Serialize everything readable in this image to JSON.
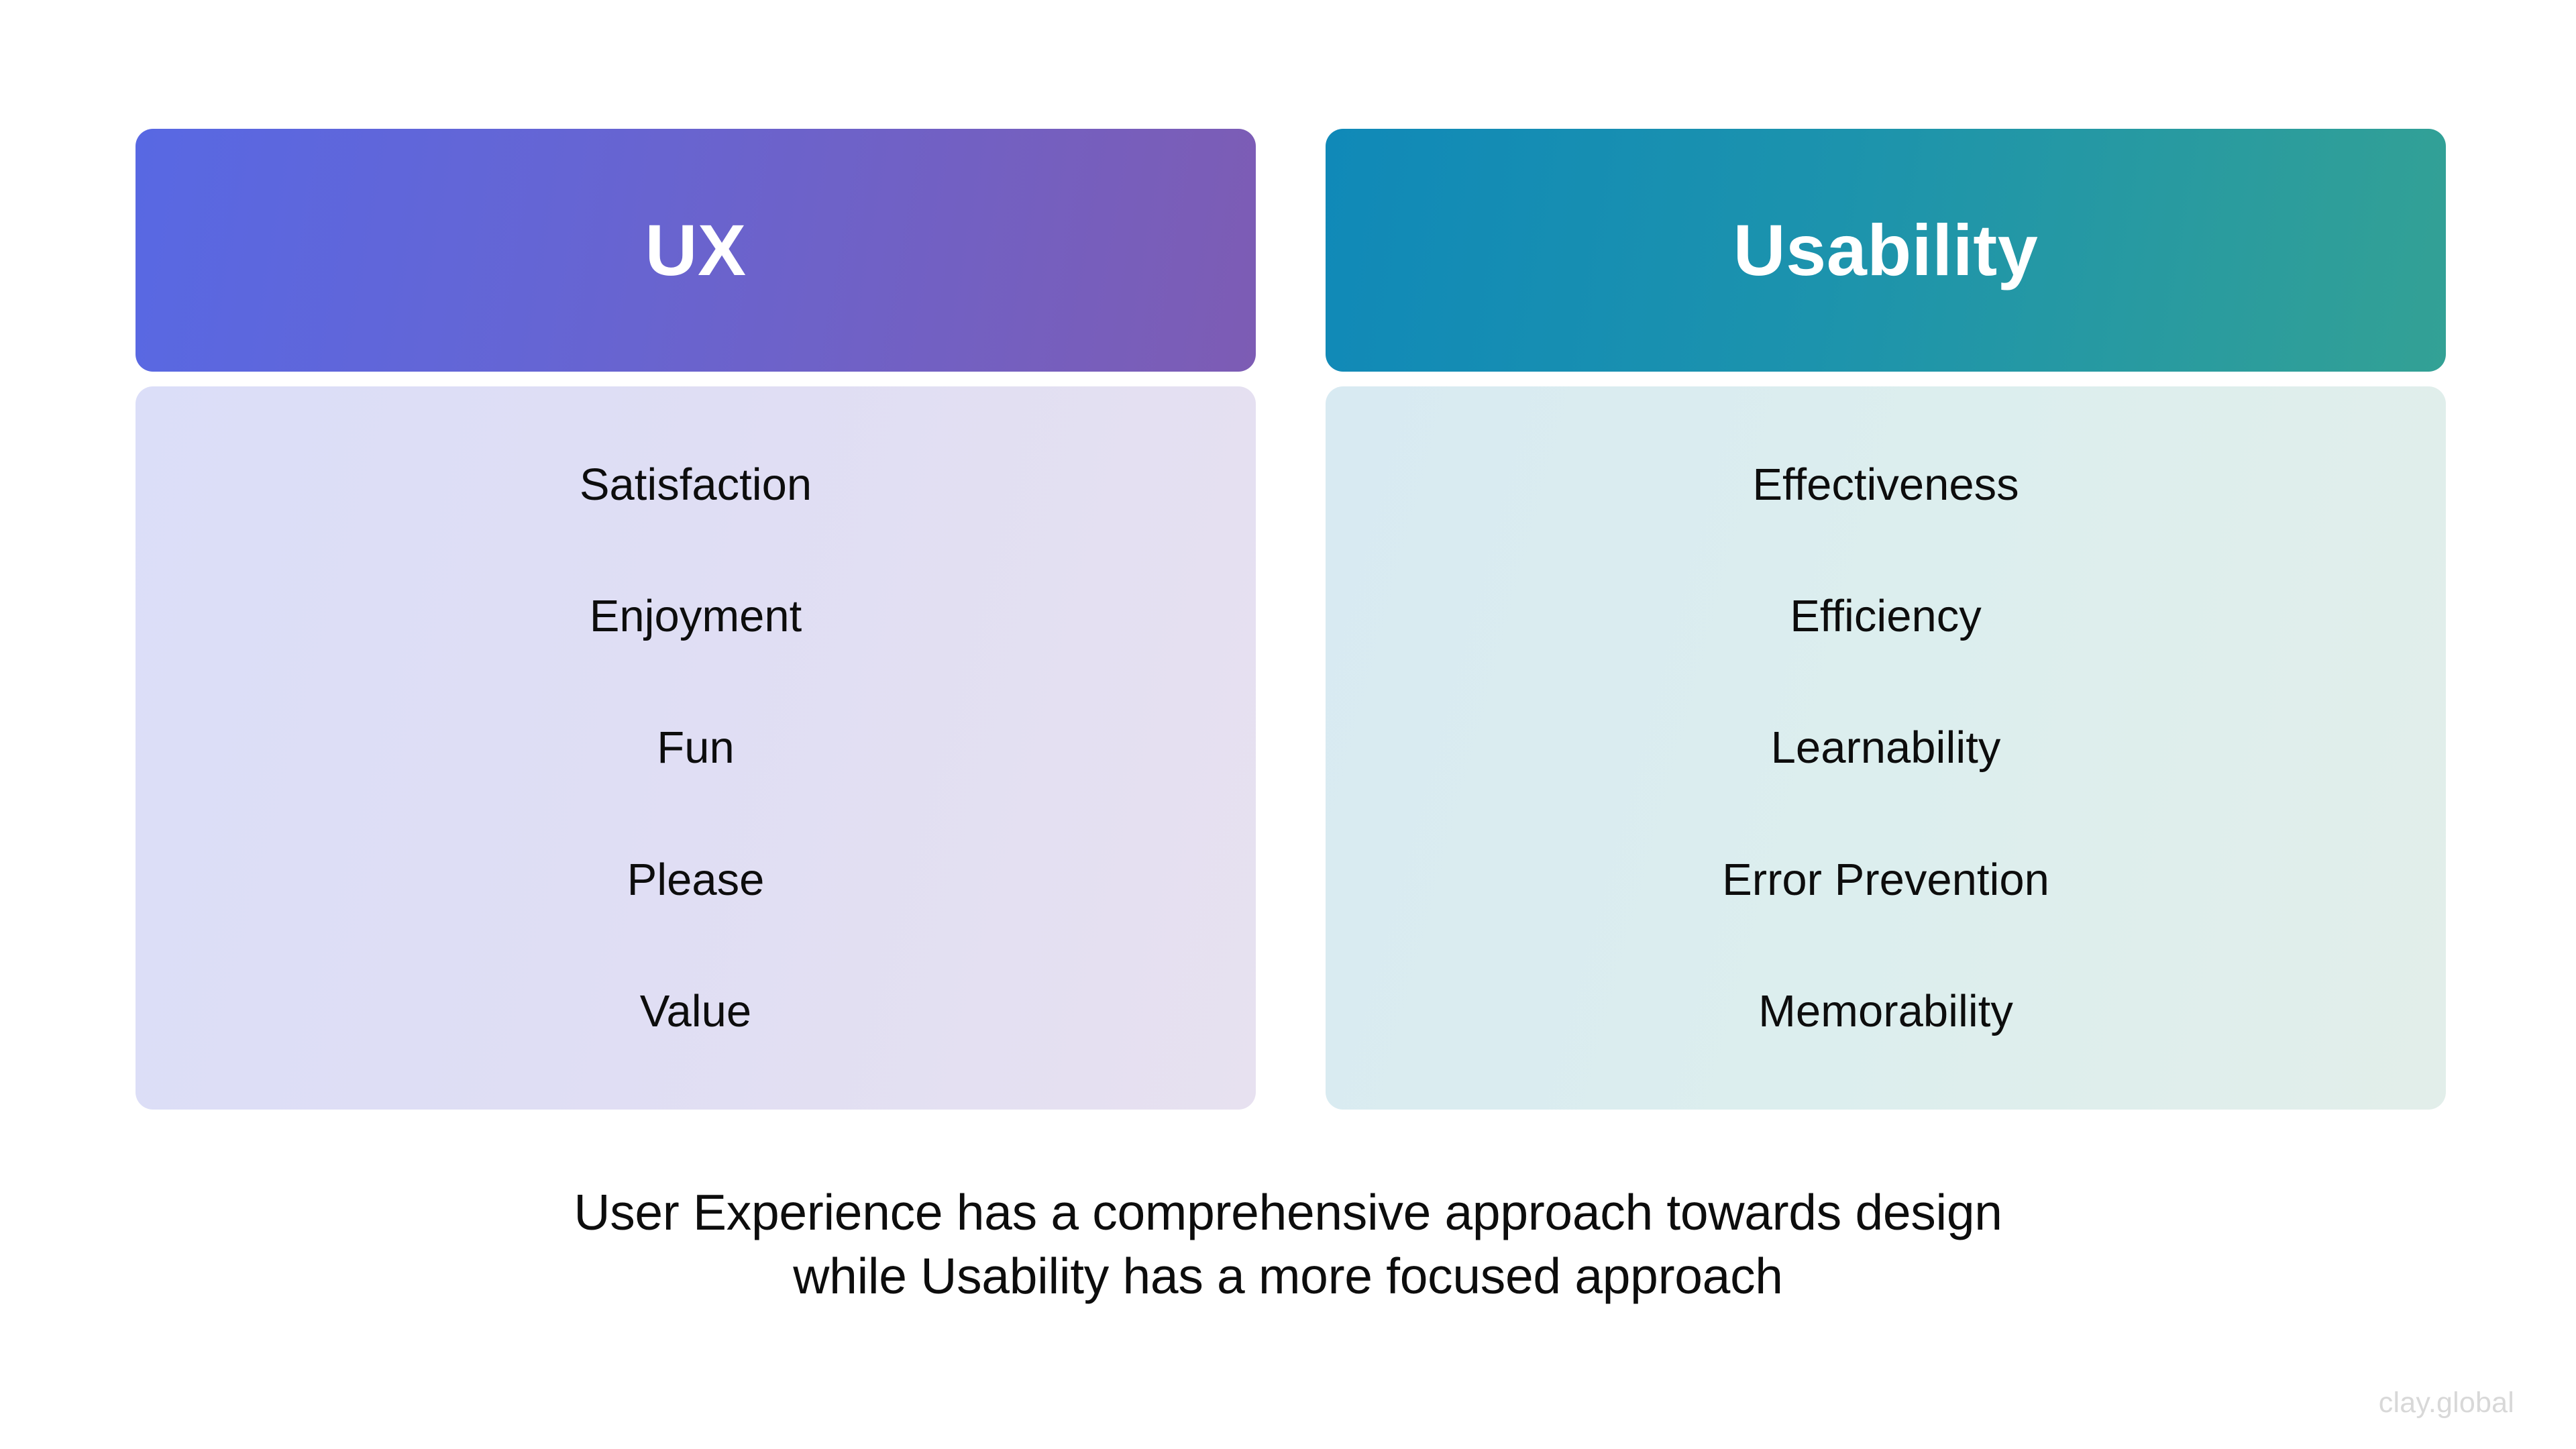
{
  "watermark": "clay.global",
  "columns": [
    {
      "id": "ux",
      "title": "UX",
      "header_gradient_from": "#5868e3",
      "header_gradient_to": "#7d5cb4",
      "body_gradient_from": "#dbdef8",
      "body_gradient_to": "#e7e1f0",
      "items": [
        "Satisfaction",
        "Enjoyment",
        "Fun",
        "Please",
        "Value"
      ]
    },
    {
      "id": "usability",
      "title": "Usability",
      "header_gradient_from": "#1089b8",
      "header_gradient_to": "#33a195",
      "body_gradient_from": "#d8eaf2",
      "body_gradient_to": "#e2eeea",
      "items": [
        "Effectiveness",
        "Efficiency",
        "Learnability",
        "Error Prevention",
        "Memorability"
      ]
    }
  ],
  "caption": {
    "line1": "User Experience has a comprehensive approach towards design",
    "line2": "while Usability has a more focused approach"
  }
}
